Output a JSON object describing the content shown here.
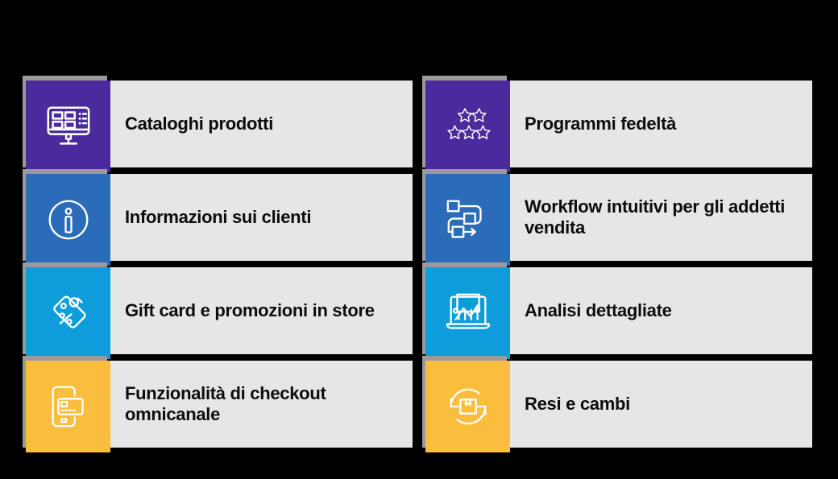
{
  "page": {
    "background_color": "#000000",
    "card_background_color": "#E6E6E6",
    "text_color": "#0D0D0D"
  },
  "palette": {
    "purple": "#4A2A9C",
    "blue": "#2B6CB8",
    "cyan": "#0D9DDB",
    "yellow": "#FBBD3E"
  },
  "cards": [
    {
      "label": "Cataloghi prodotti",
      "icon": "monitor-product-grid-icon",
      "color_name": "purple",
      "color": "#4A2A9C",
      "row": 1,
      "column": 1
    },
    {
      "label": "Programmi fedeltà",
      "icon": "five-stars-icon",
      "color_name": "purple",
      "color": "#4A2A9C",
      "row": 1,
      "column": 2
    },
    {
      "label": "Informazioni sui clienti",
      "icon": "info-circle-icon",
      "color_name": "blue",
      "color": "#2B6CB8",
      "row": 2,
      "column": 1
    },
    {
      "label": "Workflow intuitivi per gli addetti vendita",
      "icon": "workflow-diagram-icon",
      "color_name": "blue",
      "color": "#2B6CB8",
      "row": 2,
      "column": 2
    },
    {
      "label": "Gift card e promozioni in store",
      "icon": "discount-tag-percent-icon",
      "color_name": "cyan",
      "color": "#0D9DDB",
      "row": 3,
      "column": 1
    },
    {
      "label": "Analisi dettagliate",
      "icon": "laptop-analytics-chart-icon",
      "color_name": "cyan",
      "color": "#0D9DDB",
      "row": 3,
      "column": 2
    },
    {
      "label": "Funzionalità di checkout omnicanale",
      "icon": "mobile-card-payment-icon",
      "color_name": "yellow",
      "color": "#FBBD3E",
      "row": 4,
      "column": 1
    },
    {
      "label": "Resi e cambi",
      "icon": "return-box-arrows-icon",
      "color_name": "yellow",
      "color": "#FBBD3E",
      "row": 4,
      "column": 2
    }
  ]
}
